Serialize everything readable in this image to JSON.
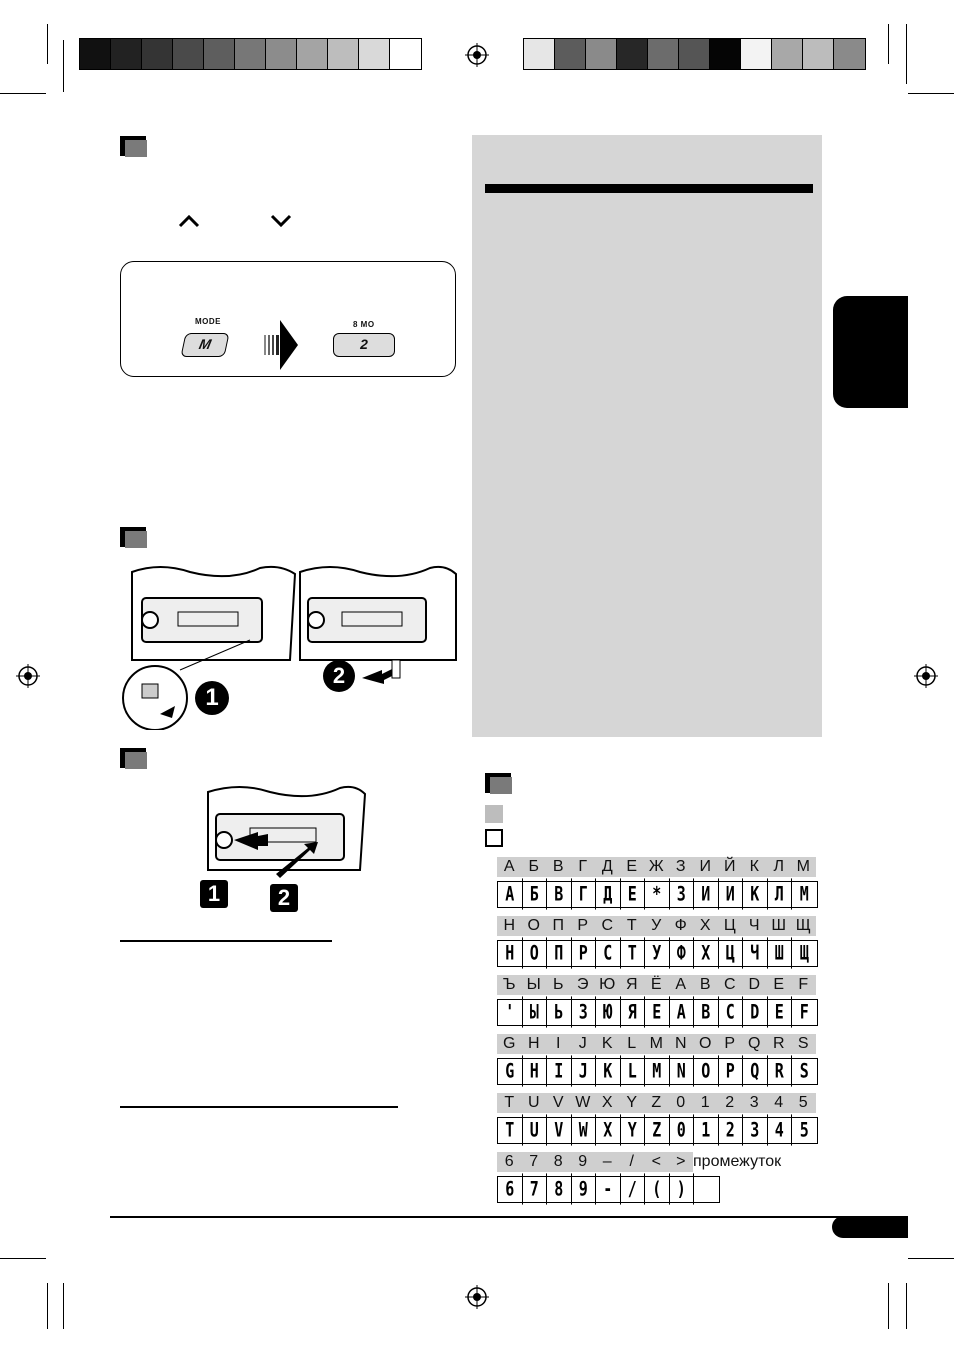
{
  "color_strip_left": [
    "#111111",
    "#222222",
    "#343434",
    "#4a4a4a",
    "#5e5e5e",
    "#777777",
    "#8c8c8c",
    "#a4a4a4",
    "#bdbdbd",
    "#d9d9d9",
    "#ffffff"
  ],
  "color_strip_right": [
    "#e6e6e6",
    "#5c5c5c",
    "#8a8a8a",
    "#272727",
    "#6c6c6c",
    "#555555",
    "#050505",
    "#f3f3f3",
    "#a8a8a8",
    "#bcbcbc",
    "#8a8a8a"
  ],
  "icons": {
    "up": "chevron-up-icon",
    "down": "chevron-down-icon",
    "arrow": "arrow-right-icon",
    "registration": "registration-mark-icon"
  },
  "button_panel": {
    "mode_label": "MODE",
    "mode_key": "M",
    "preset_label": "8  MO",
    "preset_key": "2"
  },
  "steps": {
    "one": "1",
    "two": "2"
  },
  "char_table": {
    "rows": [
      [
        "А",
        "Б",
        "В",
        "Г",
        "Д",
        "Е",
        "Ж",
        "З",
        "И",
        "Й",
        "К",
        "Л",
        "М"
      ],
      [
        "Н",
        "О",
        "П",
        "Р",
        "С",
        "Т",
        "У",
        "Ф",
        "Х",
        "Ц",
        "Ч",
        "Ш",
        "Щ"
      ],
      [
        "Ъ",
        "Ы",
        "Ь",
        "Э",
        "Ю",
        "Я",
        "Ё",
        "A",
        "B",
        "C",
        "D",
        "E",
        "F"
      ],
      [
        "G",
        "H",
        "I",
        "J",
        "K",
        "L",
        "M",
        "N",
        "O",
        "P",
        "Q",
        "R",
        "S"
      ],
      [
        "T",
        "U",
        "V",
        "W",
        "X",
        "Y",
        "Z",
        "0",
        "1",
        "2",
        "3",
        "4",
        "5"
      ],
      [
        "6",
        "7",
        "8",
        "9",
        "–",
        "/",
        "<",
        ">",
        "промежуток"
      ]
    ],
    "display": [
      [
        "A",
        "Б",
        "B",
        "Г",
        "Д",
        "E",
        "*",
        "З",
        "И",
        "И",
        "K",
        "Л",
        "M"
      ],
      [
        "H",
        "O",
        "П",
        "P",
        "C",
        "T",
        "У",
        "Ф",
        "X",
        "Ц",
        "Ч",
        "Ш",
        "Щ"
      ],
      [
        "'",
        "Ы",
        "Ь",
        "З",
        "Ю",
        "Я",
        "E",
        "A",
        "B",
        "C",
        "D",
        "E",
        "F"
      ],
      [
        "G",
        "H",
        "I",
        "J",
        "K",
        "L",
        "M",
        "N",
        "O",
        "P",
        "Q",
        "R",
        "S"
      ],
      [
        "T",
        "U",
        "V",
        "W",
        "X",
        "Y",
        "Z",
        "0",
        "1",
        "2",
        "3",
        "4",
        "5"
      ],
      [
        "6",
        "7",
        "8",
        "9",
        "-",
        "/",
        "(",
        ")",
        ""
      ]
    ]
  },
  "colors": {
    "panel": "#d6d6d6",
    "marker": "#7a7a7a",
    "cell": "#cfcfcf"
  }
}
